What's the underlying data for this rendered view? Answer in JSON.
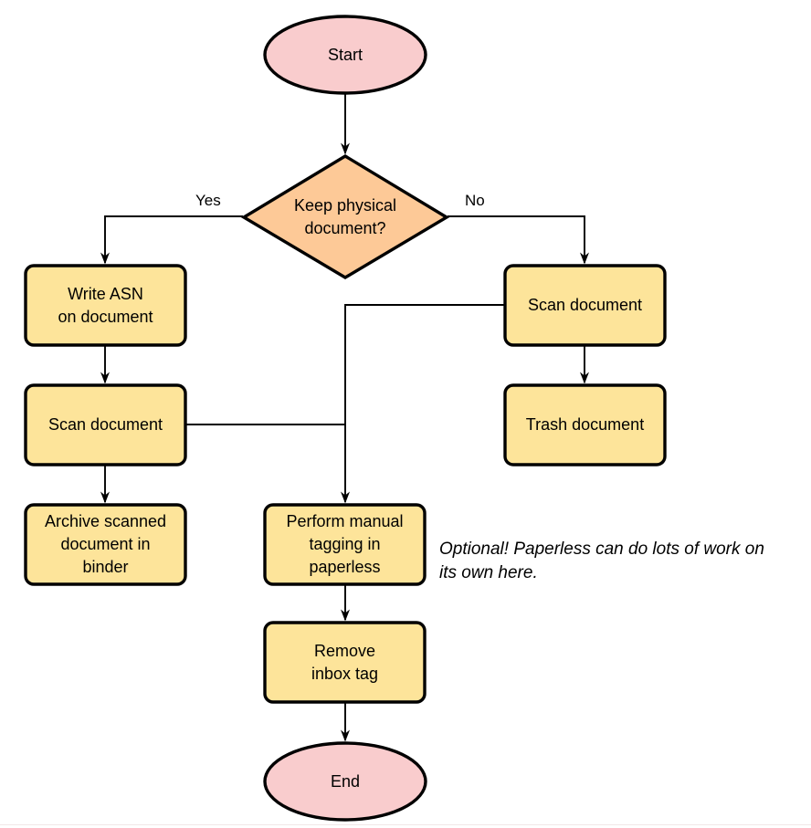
{
  "colors": {
    "terminator_fill": "#f9cccd",
    "decision_fill": "#fdc997",
    "process_fill": "#fde49a",
    "stroke": "#000000",
    "bottom_hairline": "#f1e7e7"
  },
  "nodes": {
    "start": {
      "label": "Start",
      "type": "terminator"
    },
    "decision_keep_physical": {
      "label": "Keep physical\ndocument?",
      "type": "decision"
    },
    "write_asn": {
      "label": "Write ASN\non document",
      "type": "process"
    },
    "scan_document_left": {
      "label": "Scan document",
      "type": "process"
    },
    "archive_scanned": {
      "label": "Archive scanned\ndocument in\nbinder",
      "type": "process"
    },
    "scan_document_right": {
      "label": "Scan document",
      "type": "process"
    },
    "trash_document": {
      "label": "Trash document",
      "type": "process"
    },
    "manual_tagging": {
      "label": "Perform manual\ntagging in\npaperless",
      "type": "process"
    },
    "remove_inbox_tag": {
      "label": "Remove\ninbox tag",
      "type": "process"
    },
    "end": {
      "label": "End",
      "type": "terminator"
    }
  },
  "edge_labels": {
    "yes": "Yes",
    "no": "No"
  },
  "annotation": {
    "text": "Optional! Paperless can do lots of work on\nits own here."
  }
}
